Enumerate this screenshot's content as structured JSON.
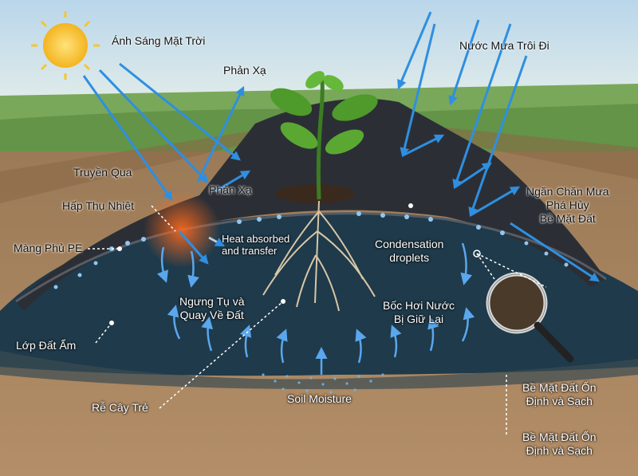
{
  "labels": {
    "sunlight": "Ánh Sáng Mặt Trời",
    "reflection_top": "Phản Xạ",
    "rain_runoff": "Nước Mưa Trôi Đi",
    "transmission": "Truyền Qua",
    "reflection_mid": "Phản Xạ",
    "heat_absorption": "Hấp Thụ Nhiệt",
    "pe_mulch": "Màng Phủ PE",
    "heat_transfer_line1": "Heat absorbed",
    "heat_transfer_line2": "and transfer",
    "condensation_line1": "Condensation",
    "condensation_line2": "droplets",
    "rain_protection_line1": "Ngăn Chăn Mưa",
    "rain_protection_line2": "Phá Hủy",
    "rain_protection_line3": "Bề Mặt Đất",
    "condense_return_line1": "Ngưng Tụ và",
    "condense_return_line2": "Quay Về Đất",
    "evaporation_line1": "Bốc Hơi Nước",
    "evaporation_line2": "Bị Giữ Lại",
    "moist_layer": "Lớp Đất Ẩm",
    "soil_moisture": "Soil Moisture",
    "young_roots": "Rễ Cây Trẻ",
    "stable_surface_a_line1": "Bề Mặt Đất Ổn",
    "stable_surface_a_line2": "Định và Sạch",
    "stable_surface_b_line1": "Bề Mặt Đất Ổn",
    "stable_surface_b_line2": "Định và Sạch"
  },
  "colors": {
    "sky": "#cfe3f0",
    "sun": "#f7c531",
    "mulch": "#2b2f35",
    "moist_soil": "#1f3a4a",
    "soil": "#a8845f",
    "arrow_blue": "#2f8fe0",
    "heat": "#e0551e",
    "leaf": "#4e9a2a"
  },
  "icons": [
    "sun-icon",
    "plant-icon",
    "magnifier-icon"
  ]
}
